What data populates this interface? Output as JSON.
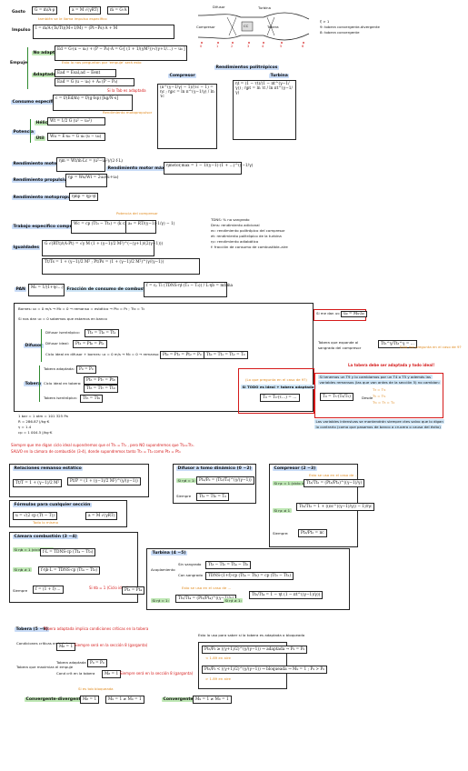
{
  "top": {
    "gasto_label": "Gasto",
    "gasto_formula_1": "G = ṁ/A·ρ",
    "gasto_formula_2": "a = M √(γRT)",
    "gasto_formula_3": "ṁ = G·A",
    "gasto_note": "también se le llama impulso específico",
    "impulso_label": "Impulso",
    "impulso_formula": "I = ṁ/A·(Ts/Tt)(M+1/M) = (Pt−Ps)·A + Ṁ",
    "no_adaptado_label": "No adaptado",
    "no_adaptado_formula": "Ed = G·(u − u₀) + (P − P₀)·A = G·[ (1 + 1/(γM²))·√(γ+1/…) − u₀ ]",
    "empuje_label": "Empuje",
    "empuje_note": "Esto lo nos preguntan por 'empuje' será esto",
    "adaptado_label": "Adaptado",
    "adaptado_formula_1": "Ead = Esal,ad − Eent",
    "adaptado_formula_2": "Ead = G (u − u₀) + A₀ (P − P₀)",
    "consumo_label": "Consumo específico",
    "consumo_formula": "c = f/(Ed/ṁ) = f/(g·Isp) [kg/N·s]",
    "consumo_note_1": "Si la Tab es adaptada",
    "consumo_note_2": "Rendimiento motopropulsor",
    "helic_label": "Hélic",
    "helic_formula": "Wt = 1/2 G (u² − u₀²)",
    "potencia_label": "Potencia",
    "util_label": "Útil",
    "util_formula": "Wu = E·u₀ = G u₀ (u − u₀)",
    "rend_motor_label": "Rendimiento motor",
    "rend_motor_formula": "ηm = Wt/ṁ·Lc = (u²−u₀²)/(2·f·L)",
    "rend_motor_max_label": "Rendimiento motor máximo",
    "rend_motor_max_formula": "ηmotor,max = 1 − 1/(γ−1)·(1 + …)^(γ−1/γ)",
    "rend_prop_label": "Rendimiento propulsivo",
    "rend_prop_formula": "ηp = Wu/Wt = 2u₀/(u+u₀)",
    "rend_motoprop_label": "Rendimiento motopropulsivo",
    "rend_motoprop_formula": "ηmp = ηp·ηt",
    "trabajo_label": "Trabajo específico compresor",
    "trabajo_formula": "Wc = cp (Tt₃ − Tt₂) = (k cp Tt₂/ηc)·(π^(γ−1/γ) − 1)",
    "trabajo_formula_2": "a₂ = RT/(γ−1)",
    "trabajo_note": "Potencia del compresor",
    "igualdades_label": "Igualdades",
    "igualdades_formula_1": "G √(RTt)/(A·Pt) = √γ M (1 + (γ−1)/2 M²)^(−(γ+1)/(2(γ−1)))",
    "igualdades_formula_2": "Tt/Ts = 1 + (γ−1)/2 M² ; Pt/Ps = (1 + (γ−1)/2 M²)^(γ/(γ−1))",
    "pan_label": "PAN",
    "pan_formula": "M₂ = 1/(1+ηc…)",
    "pan_note": "Fracción de consumo de combustible–aire",
    "f_formula": "f = cₚ Ti (TDNS·ηt·(T₃ − T₂)) / L·ηb = mf/ṁa",
    "rend_poli_label": "Rendimientos politrópicos",
    "compresor_label": "Compresor",
    "turbina_label": "Turbina",
    "compresor_formula": "(π^(γ−1/γ) − 1)/(τc − 1) = ηc ; ηpc = ln π^(γ−1/γ) / ln τc",
    "turbina_formula": "ηt = (1 − τt)/(1 − πt^(γ−1/γ)) ; ηpt = ln τt / ln πt^(γ−1/γ)",
    "legend_tdns": "TDNS: % no sangrado",
    "legend_dos": "Dms: rendimiento adicional",
    "legend_ec": "ec: rendimiento politrópico del compresor",
    "legend_et": "et: rendimiento politrópico de la turbina",
    "legend_nc": "ηc: rendimiento adiabático",
    "legend_f": "f: fracción de consumo de combustible–aire"
  },
  "diagram": {
    "difusor": "Difusor",
    "turbina": "Turbina",
    "compresor": "Compresor",
    "cc": "CC",
    "tobera": "Tobera",
    "station_labels": [
      "0",
      "1",
      "2",
      "3",
      "4",
      "5",
      "6"
    ],
    "key_1": "ξ > 1",
    "key_2": "9: tobera convergente-divergente",
    "key_3": "8: tobera convergente"
  },
  "middle": {
    "bornes": "Bornes: u₀ = 0 m/s → M₀ = 0 → remanso = estático → Pt₀ = P₀ ; Tt₀ = T₀",
    "nos_dan": "Si nos dan u₀ = 0 sabemos que estamos en banco",
    "difusor_label": "Difusor",
    "difusor_isent": "Difusor isentrópico:",
    "difusor_isent_f": "Tt₂ = Tt₀ = Tt₁",
    "difusor_ideal": "Difusor ideal:",
    "difusor_ideal_f": "Pt₂ = Pt₀ = Pt₁",
    "ciclo_ideal": "Ciclo ideal en difusor + bornes: u₀ = 0 m/s → M₀ = 0 → remanso = estático →",
    "ciclo_ideal_f1": "Pt₀ = Pt₁ = Pt₂ = P₀",
    "ciclo_ideal_f2": "Tt₀ = Tt₁ = Tt₂ = T₀",
    "tobera_label": "Tobera",
    "tobera_adaptada": "Tobera adaptada:",
    "tobera_adaptada_f": "P₉ = P₀",
    "ciclo_ideal_tobera": "Ciclo ideal en tobera:",
    "ciclo_ideal_tobera_f1": "Pt₅ = Pt₇ = Pt₈",
    "ciclo_ideal_tobera_f2": "Tt₅ = Tt₇ = Tt₉",
    "tobera_isent": "Tobera isentrópica:",
    "tobera_isent_f": "Tt₅ = Tt₉",
    "si_me_dan": "Si me dan u₉:",
    "si_me_dan_f": "u₉ = M₉·a₉",
    "tobera_expande": "Tobera que expande al",
    "tobera_expande_2": "sangrado del compresor",
    "tobera_expande_f": "Tt₅^γ/Tt₃^γ = ...",
    "orange_note_1": "Esto me pregunta en el caso de 9?",
    "tobera_adaptada_ideal": "La tobera debe ser adaptada y todo ideal!",
    "si_todo_label": "Si TODO es ideal + tobera adaptada:",
    "si_todo_f": "T₉ = T₀·(τ…) = …",
    "si_todo_note": "(Lo que pregunta en el caso de 9?)",
    "si_tenemos": "Si tenemos un T9 y lo cambiamos por un T4 o T5 y además las",
    "si_tenemos_2": "variables remansos (las que van antes de la sección 5) no cambian:",
    "si_tenemos_f": "T₉ = T₅·(T₉/T₅)",
    "desde_label": "Desde",
    "desde_1": "T₃ = T₃ᵢ",
    "desde_2": "T₅ = T₅ᵢ",
    "desde_3": "T₅ᵢ = T₅ = T₄",
    "variables_note": "Las variables intensivas se mantendrán siempre ctes salvo que lo digan",
    "variables_note_2": "lo contrario (como que pasamos de banco a crucero o causa del éxito)",
    "constants": [
      "1 bar = 1 atm = 101 325 Pa",
      "R = 286.87 J/kg·K",
      "γ = 1.4",
      "cp = 1 004.5 J/kg·K"
    ],
    "red_note": "Siempre que me digan ciclo ideal supondremos que el  Tt₅ = Tt₁ , pero NO supondremos que Tt₂=Tt₃.",
    "red_note_2": "SALVO en la cámara de combustión (3-4), donde supondremos tanto  Tt₃ = Tt₄  como  Pt₃ = Pt₄"
  },
  "bottom": {
    "rel_remanso_title": "Relaciones remanso estático",
    "rel_remanso_f1": "Tt/T = 1 + (γ−1)/2 M²",
    "rel_remanso_f2": "Pt/P = (1 + (γ−1)/2 M²)^(γ/(γ−1))",
    "formulas_title": "Fórmulas para cualquier sección",
    "formulas_f1": "u = √(2 cp (Tt − T))",
    "formulas_f2": "a = M √(γRT)",
    "formulas_note": "Todo lo mismo",
    "camara_title": "Cámara combustión (3 −4)",
    "camara_ideal": "Si ηb = 1 (ciclo ideal)",
    "camara_ideal_f": "f·L = TDNS·cp (Tt₄ − Tt₃)",
    "camara_b": "Si ηb ≠ 1",
    "camara_b_f": "f·ηb·L = TDNS·cp (Tt₄ − Tt₃)",
    "camara_siempre": "Siempre",
    "camara_siempre_f": "f = (1 + f)·…",
    "camara_pi": "Si πb = 1 (Ciclo ideal)",
    "camara_pi_f": "Pt₃ = Pt₄",
    "difusor_title": "Difusor a tomo dinámico (0 −2)",
    "difusor_f1": "Si ηd = 1:",
    "difusor_f1_v": "Pt₂/P₀ = (Tt₂/T₀)^(γ/(γ−1))",
    "difusor_siempre": "Siempre",
    "difusor_siempre_f": "Tt₂ = Tt₀ = T₀",
    "compresor_title": "Compresor (2 −3)",
    "compresor_note": "Esto se usa en el caso de ...",
    "compresor_f1": "Si ηc = 1 (ciclo ideal)",
    "compresor_f1_v": "Tt₃/Tt₂ = (Pt₃/Pt₂)^((γ−1)/γ)",
    "compresor_f2": "Si ηc ≠ 1",
    "compresor_f2_v": "Tt₃/Tt₂ = 1 + ((πc^((γ−1)/γ)) − 1)/ηc",
    "compresor_siempre": "Siempre:",
    "compresor_siempre_f": "Pt₃/Pt₂ = πc",
    "turbina_title": "Turbina (4 −5)",
    "acoplamiento": "Acoplamiento",
    "sin_sangrado": "Sin sangrado",
    "sin_sangrado_f": "Tt₃ − Tt₂ = Tt₄ − Tt₅",
    "con_sangrado": "Con sangrado",
    "con_sangrado_f": "TDNS·(1+f)·cp (Tt₄ − Tt₅) = cp (Tt₃ − Tt₂)",
    "turbina_ideal": "Si ηt = 1:",
    "turbina_ideal_f": "Tt₅/Tt₄ = (Pt₅/Pt₄)^((γ−1)/γ)",
    "turbina_real": "Si ηt ≠ 1:",
    "turbina_real_f": "Tt₅/Tt₄ = 1 − ηt (1 − πt^((γ−1)/γ))",
    "turbina_note": "Esto se usa en el caso de ...",
    "tobera_title": "Tobera (5 −9)",
    "tobera_note": "Tobera adaptada implica condiciones críticas en la tobera",
    "cond_criticas": "Condiciones críticas en la tobera",
    "cond_criticas_f": "M₈ = 1",
    "cond_criticas_note": "Siempre será en la sección 8 (garganta)",
    "tobera_max": "Tobera que maximiza el empuje",
    "tobera_max_a": "Tobera adaptada",
    "tobera_max_a_f": "P₉ = P₀",
    "tobera_max_b": "Cond crít en la tobera",
    "tobera_max_b_f": "M₈ = 1",
    "tobera_max_note": "Siempre será en la sección 8 (garganta)",
    "esto_uso": "Esto lo uso para saber si la tobera es adaptada o bloqueada",
    "adaptada_f": "Pt₅/P₀ ≥ ((γ+1)/2)^(γ/(γ−1)) → adaptada → P₉ = P₀",
    "adaptada_f2": "< 1.89 en aire",
    "bloqueada_f": "Pt₅/P₀ < ((γ+1)/2)^(γ/(γ−1)) → bloqueada → M₉ = 1 ; P₉ > P₀",
    "bloqueada_f2": "> 1.89 en aire",
    "conv_div_label": "Convergente-divergente",
    "conv_div_f1": "M₈ = 1",
    "conv_div_f2": "M₉ = 1 ≠ M₉ = 1",
    "conv_div_note": "Si es tob bloqueada",
    "convergente_label": "Convergente",
    "convergente_f": "M₉ = 1 ≠ M₉ = 1"
  }
}
